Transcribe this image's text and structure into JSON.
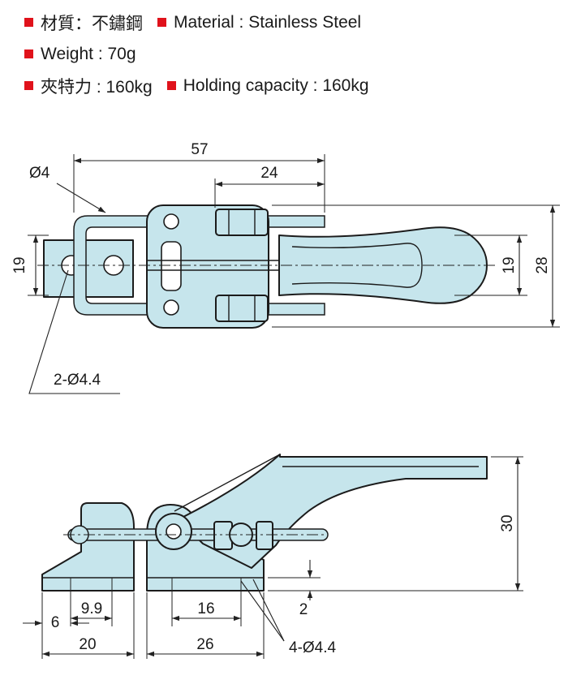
{
  "specs": [
    [
      {
        "label": "材質：不鏽鋼",
        "bullet_color": "#e0121b"
      },
      {
        "label": "Material : Stainless Steel",
        "bullet_color": "#e0121b"
      }
    ],
    [
      {
        "label": "Weight : 70g",
        "bullet_color": "#e0121b"
      }
    ],
    [
      {
        "label": "夾特力 : 160kg",
        "bullet_color": "#e0121b"
      },
      {
        "label": "Holding capacity : 160kg",
        "bullet_color": "#e0121b"
      }
    ]
  ],
  "part_color": "#c6e5ec",
  "top_view": {
    "overall_length": "57",
    "handle_length": "24",
    "loop_wire": "Ø4",
    "mount_holes": "2-Ø4.4",
    "height_left": "19",
    "height_right": "19",
    "height_total": "28"
  },
  "side_view": {
    "height": "30",
    "clearance": "2",
    "d6": "6",
    "d9_9": "9.9",
    "d20": "20",
    "d16": "16",
    "d26": "26",
    "mount_holes": "4-Ø4.4"
  }
}
